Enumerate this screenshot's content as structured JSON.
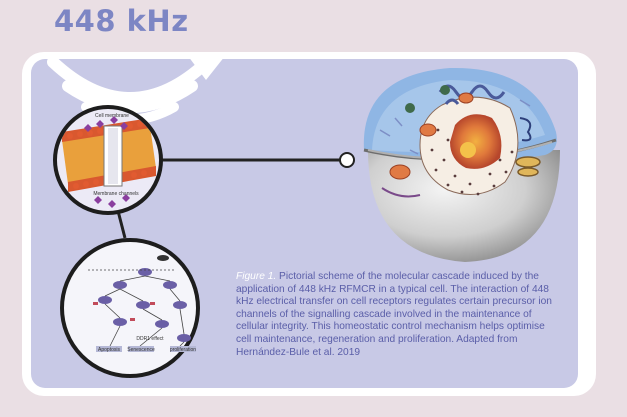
{
  "headline": "448 kHz",
  "membrane": {
    "cell_membrane_label": "Cell membrane",
    "membrane_channels_label": "Membrane channels"
  },
  "pathway": {
    "node_labels": [
      "Apoptosis",
      "Senescence",
      "proliferation"
    ],
    "markers": [
      "DDR1 effect"
    ]
  },
  "caption": {
    "figure_label": "Figure 1.",
    "text": "Pictorial scheme of the molecular cascade induced by the application of 448 kHz RFMCR in a typical cell. The interaction of 448 kHz electrical transfer on cell receptors regulates certain precursor ion channels of the signalling cascade involved in the maintenance of cellular integrity. This homeostatic control mechanism helps optimise cell maintenance, regeneration and proliferation. Adapted from Hernández-Bule et al. 2019"
  },
  "colors": {
    "background": "#eadfe4",
    "frame": "#ffffff",
    "panel": "#c8c9e6",
    "headline": "#7d86c4",
    "caption_text": "#5a5ea8"
  },
  "icons": [
    "wifi-wave-icon"
  ]
}
